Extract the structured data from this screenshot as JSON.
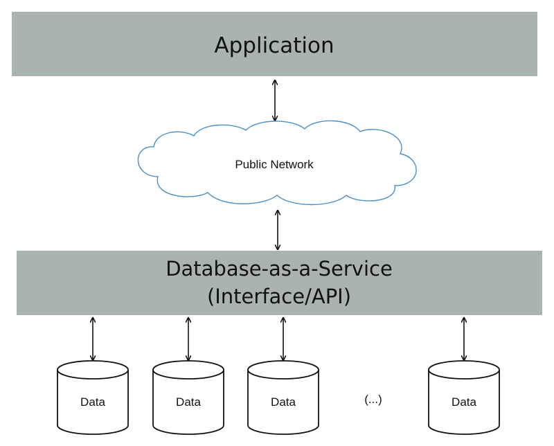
{
  "application": {
    "label": "Application"
  },
  "network": {
    "label": "Public Network"
  },
  "service": {
    "line1": "Database-as-a-Service",
    "line2": "(Interface/API)"
  },
  "databases": [
    {
      "label": "Data"
    },
    {
      "label": "Data"
    },
    {
      "label": "Data"
    },
    {
      "label": "Data"
    }
  ],
  "ellipsis": "(...)",
  "colors": {
    "bar_fill": "#a9b4b1",
    "cloud_stroke": "#4a8fc9",
    "line": "#111111"
  }
}
